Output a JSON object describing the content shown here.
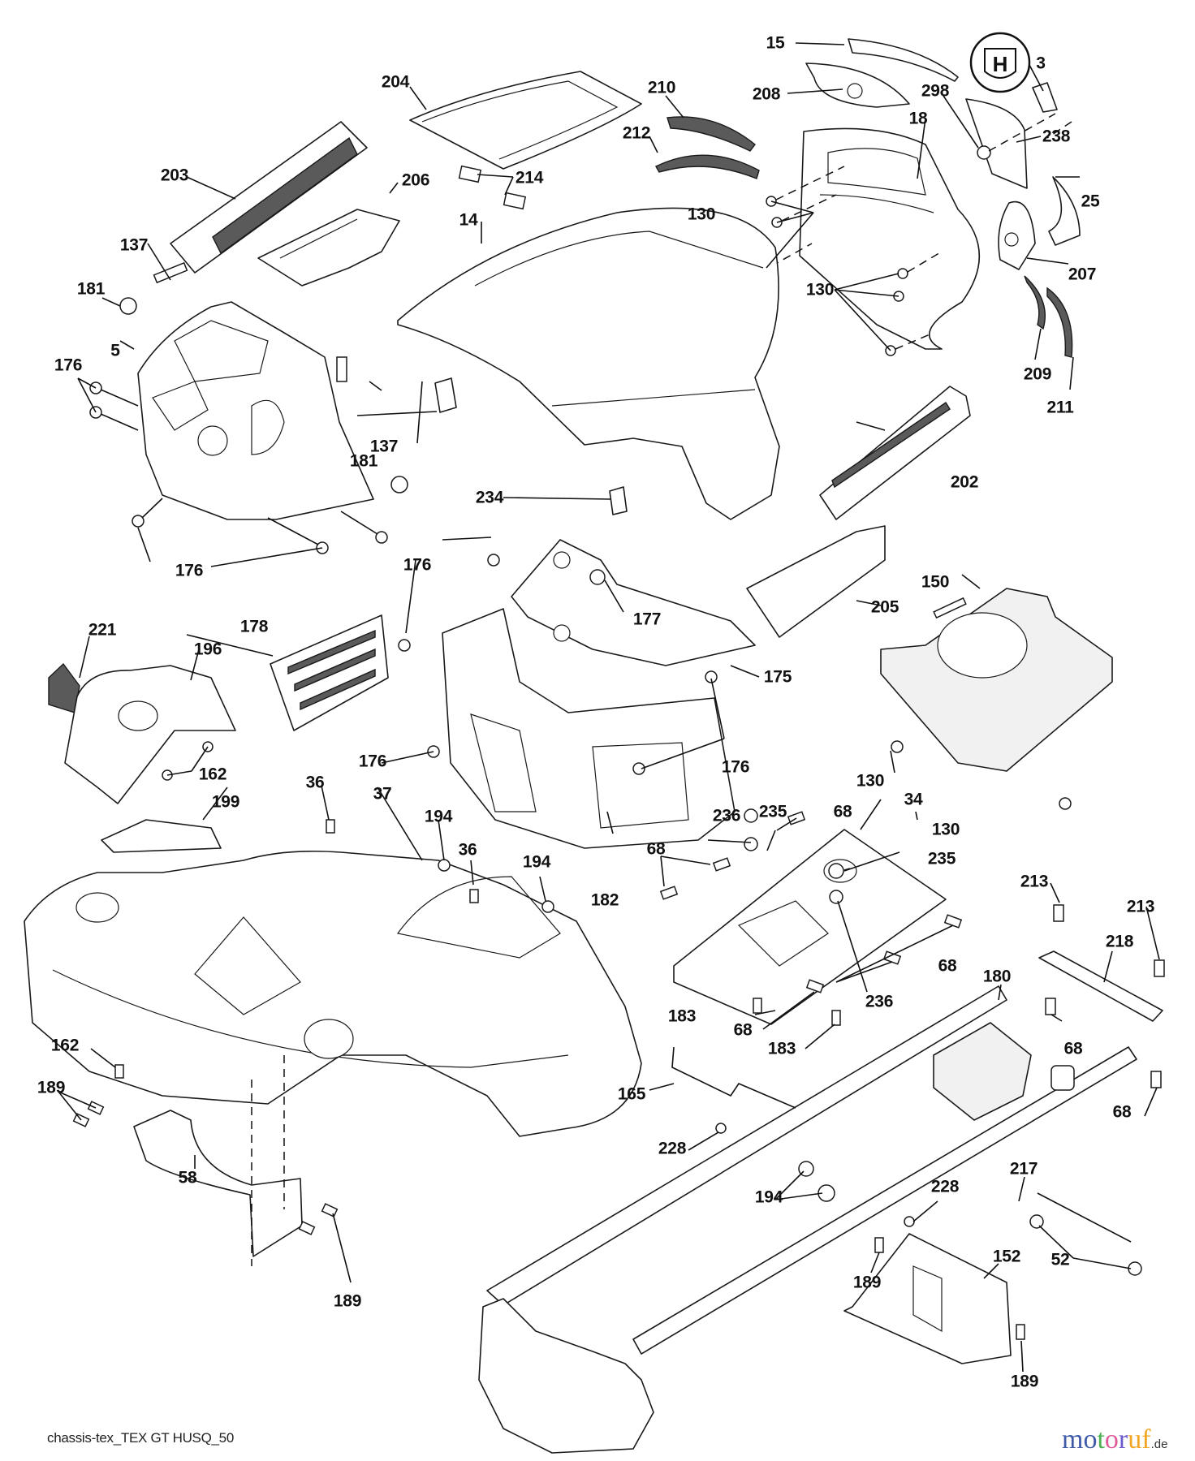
{
  "diagram": {
    "title_caption": "chassis-tex_TEX GT HUSQ_50",
    "watermark": {
      "letters": [
        {
          "ch": "m",
          "color": "#3f5aa8"
        },
        {
          "ch": "o",
          "color": "#3f5aa8"
        },
        {
          "ch": "t",
          "color": "#4caf50"
        },
        {
          "ch": "o",
          "color": "#e05a9a"
        },
        {
          "ch": "r",
          "color": "#6a5acd"
        },
        {
          "ch": "u",
          "color": "#f2a623"
        },
        {
          "ch": "f",
          "color": "#f2a623"
        }
      ],
      "tld": ".de"
    },
    "brand_emblem": "husqvarna-crown-h-icon",
    "part_labels": [
      {
        "id": "l15",
        "text": "15"
      },
      {
        "id": "l3",
        "text": "3"
      },
      {
        "id": "l204",
        "text": "204"
      },
      {
        "id": "l210",
        "text": "210"
      },
      {
        "id": "l208",
        "text": "208"
      },
      {
        "id": "l298",
        "text": "298"
      },
      {
        "id": "l18",
        "text": "18"
      },
      {
        "id": "l238",
        "text": "238"
      },
      {
        "id": "l212",
        "text": "212"
      },
      {
        "id": "l203",
        "text": "203"
      },
      {
        "id": "l214",
        "text": "214"
      },
      {
        "id": "l206",
        "text": "206"
      },
      {
        "id": "l130a",
        "text": "130"
      },
      {
        "id": "l25",
        "text": "25"
      },
      {
        "id": "l14",
        "text": "14"
      },
      {
        "id": "l137a",
        "text": "137"
      },
      {
        "id": "l207",
        "text": "207"
      },
      {
        "id": "l181a",
        "text": "181"
      },
      {
        "id": "l130b",
        "text": "130"
      },
      {
        "id": "l5",
        "text": "5"
      },
      {
        "id": "l176a",
        "text": "176"
      },
      {
        "id": "l209",
        "text": "209"
      },
      {
        "id": "l211",
        "text": "211"
      },
      {
        "id": "l137b",
        "text": "137"
      },
      {
        "id": "l181b",
        "text": "181"
      },
      {
        "id": "l202",
        "text": "202"
      },
      {
        "id": "l234",
        "text": "234"
      },
      {
        "id": "l176b",
        "text": "176"
      },
      {
        "id": "l176c",
        "text": "176"
      },
      {
        "id": "l177",
        "text": "177"
      },
      {
        "id": "l150",
        "text": "150"
      },
      {
        "id": "l205",
        "text": "205"
      },
      {
        "id": "l221",
        "text": "221"
      },
      {
        "id": "l178",
        "text": "178"
      },
      {
        "id": "l196",
        "text": "196"
      },
      {
        "id": "l175",
        "text": "175"
      },
      {
        "id": "l176d",
        "text": "176"
      },
      {
        "id": "l176e",
        "text": "176"
      },
      {
        "id": "l130c",
        "text": "130"
      },
      {
        "id": "l162a",
        "text": "162"
      },
      {
        "id": "l199",
        "text": "199"
      },
      {
        "id": "l36a",
        "text": "36"
      },
      {
        "id": "l37",
        "text": "37"
      },
      {
        "id": "l235a",
        "text": "235"
      },
      {
        "id": "l130d",
        "text": "130"
      },
      {
        "id": "l194a",
        "text": "194"
      },
      {
        "id": "l68a",
        "text": "68"
      },
      {
        "id": "l34",
        "text": "34"
      },
      {
        "id": "l236a",
        "text": "236"
      },
      {
        "id": "l36b",
        "text": "36"
      },
      {
        "id": "l194b",
        "text": "194"
      },
      {
        "id": "l235b",
        "text": "235"
      },
      {
        "id": "l68b",
        "text": "68"
      },
      {
        "id": "l182",
        "text": "182"
      },
      {
        "id": "l213a",
        "text": "213"
      },
      {
        "id": "l213b",
        "text": "213"
      },
      {
        "id": "l218",
        "text": "218"
      },
      {
        "id": "l68c",
        "text": "68"
      },
      {
        "id": "l180",
        "text": "180"
      },
      {
        "id": "l236b",
        "text": "236"
      },
      {
        "id": "l183a",
        "text": "183"
      },
      {
        "id": "l68d",
        "text": "68"
      },
      {
        "id": "l68e",
        "text": "68"
      },
      {
        "id": "l183b",
        "text": "183"
      },
      {
        "id": "l162b",
        "text": "162"
      },
      {
        "id": "l189a",
        "text": "189"
      },
      {
        "id": "l165",
        "text": "165"
      },
      {
        "id": "l68f",
        "text": "68"
      },
      {
        "id": "l228a",
        "text": "228"
      },
      {
        "id": "l58",
        "text": "58"
      },
      {
        "id": "l194c",
        "text": "194"
      },
      {
        "id": "l217",
        "text": "217"
      },
      {
        "id": "l228b",
        "text": "228"
      },
      {
        "id": "l152",
        "text": "152"
      },
      {
        "id": "l52",
        "text": "52"
      },
      {
        "id": "l189b",
        "text": "189"
      },
      {
        "id": "l189c",
        "text": "189"
      },
      {
        "id": "l189d",
        "text": "189"
      }
    ]
  }
}
